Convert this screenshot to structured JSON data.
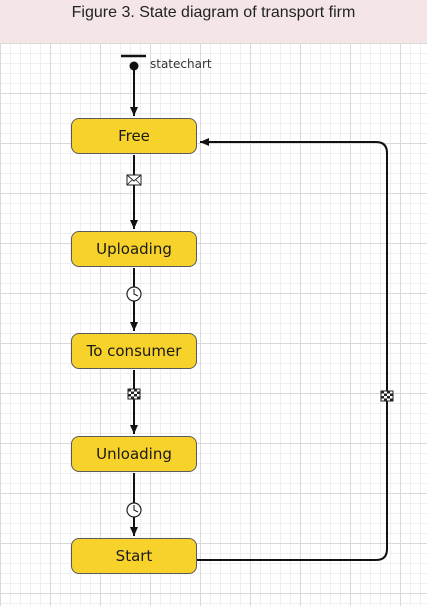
{
  "caption": "Figure 3. State diagram of transport firm",
  "statechart": {
    "entry_label": "statechart",
    "states": [
      {
        "id": "free",
        "label": "Free"
      },
      {
        "id": "uploading",
        "label": "Uploading"
      },
      {
        "id": "to-consumer",
        "label": "To consumer"
      },
      {
        "id": "unloading",
        "label": "Unloading"
      },
      {
        "id": "start",
        "label": "Start"
      }
    ],
    "transitions": [
      {
        "from": "entry",
        "to": "free",
        "trigger": "none"
      },
      {
        "from": "free",
        "to": "uploading",
        "trigger": "message"
      },
      {
        "from": "uploading",
        "to": "to-consumer",
        "trigger": "timeout"
      },
      {
        "from": "to-consumer",
        "to": "unloading",
        "trigger": "arrival"
      },
      {
        "from": "unloading",
        "to": "start",
        "trigger": "timeout"
      },
      {
        "from": "start",
        "to": "free",
        "trigger": "arrival"
      }
    ]
  },
  "colors": {
    "state_fill": "#f7d22b",
    "state_border": "#5a5a5a",
    "line": "#111111",
    "caption_bg": "#f4e6e6",
    "grid_major": "#d9d9d9",
    "grid_minor": "#efefef"
  },
  "icons": {
    "message": "envelope-icon",
    "timeout": "clock-icon",
    "arrival": "checkered-flag-icon"
  }
}
